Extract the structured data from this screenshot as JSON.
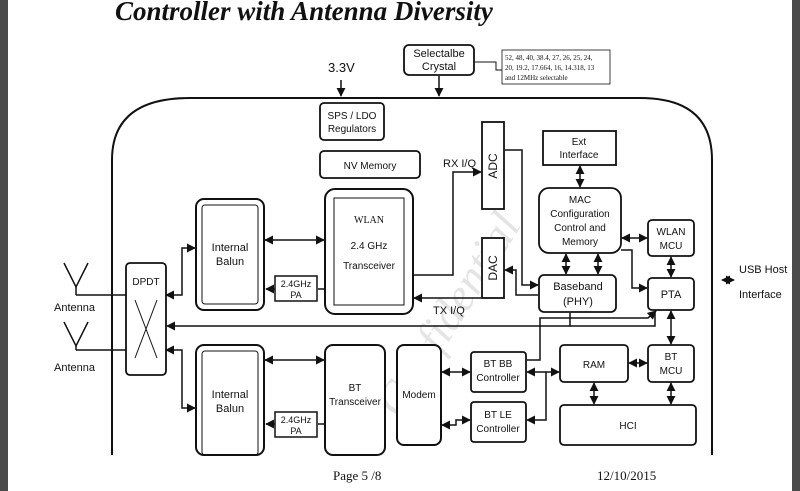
{
  "title": "Controller with Antenna Diversity",
  "footer": {
    "page": "Page 5 /8",
    "date": "12/10/2015"
  },
  "watermark": "Confidential",
  "colors": {
    "line": "#111111",
    "background": "#ffffff"
  },
  "labels": {
    "voltage": "3.3V",
    "crystal_l1": "Selectalbe",
    "crystal_l2": "Crystal",
    "crystal_note_1": "52, 48, 40, 38.4, 27, 26, 25, 24,",
    "crystal_note_2": "20, 19.2, 17.664, 16, 14.318, 13",
    "crystal_note_3": "and 12MHz selectable",
    "sps_l1": "SPS / LDO",
    "sps_l2": "Regulators",
    "nv_memory": "NV Memory",
    "rx_iq": "RX I/Q",
    "tx_iq": "TX I/Q",
    "adc": "ADC",
    "dac": "DAC",
    "ext_l1": "Ext",
    "ext_l2": "Interface",
    "mac_l1": "MAC",
    "mac_l2": "Configuration",
    "mac_l3": "Control and",
    "mac_l4": "Memory",
    "wlan_mcu_l1": "WLAN",
    "wlan_mcu_l2": "MCU",
    "baseband_l1": "Baseband",
    "baseband_l2": "(PHY)",
    "pta": "PTA",
    "usb_host": "USB Host",
    "interface": "Interface",
    "dpdt": "DPDT",
    "antenna_top": "Antenna",
    "antenna_bottom": "Antenna",
    "balun_l1": "Internal",
    "balun_l2": "Balun",
    "pa_l1": "2.4GHz",
    "pa_l2": "PA",
    "wlan_l1": "WLAN",
    "wlan_l2": "2.4 GHz",
    "wlan_l3": "Transceiver",
    "bt_l1": "BT",
    "bt_l2": "Transceiver",
    "modem": "Modem",
    "btbb_l1": "BT BB",
    "btbb_l2": "Controller",
    "btle_l1": "BT LE",
    "btle_l2": "Controller",
    "ram": "RAM",
    "bt_mcu_l1": "BT",
    "bt_mcu_l2": "MCU",
    "hci": "HCI"
  }
}
